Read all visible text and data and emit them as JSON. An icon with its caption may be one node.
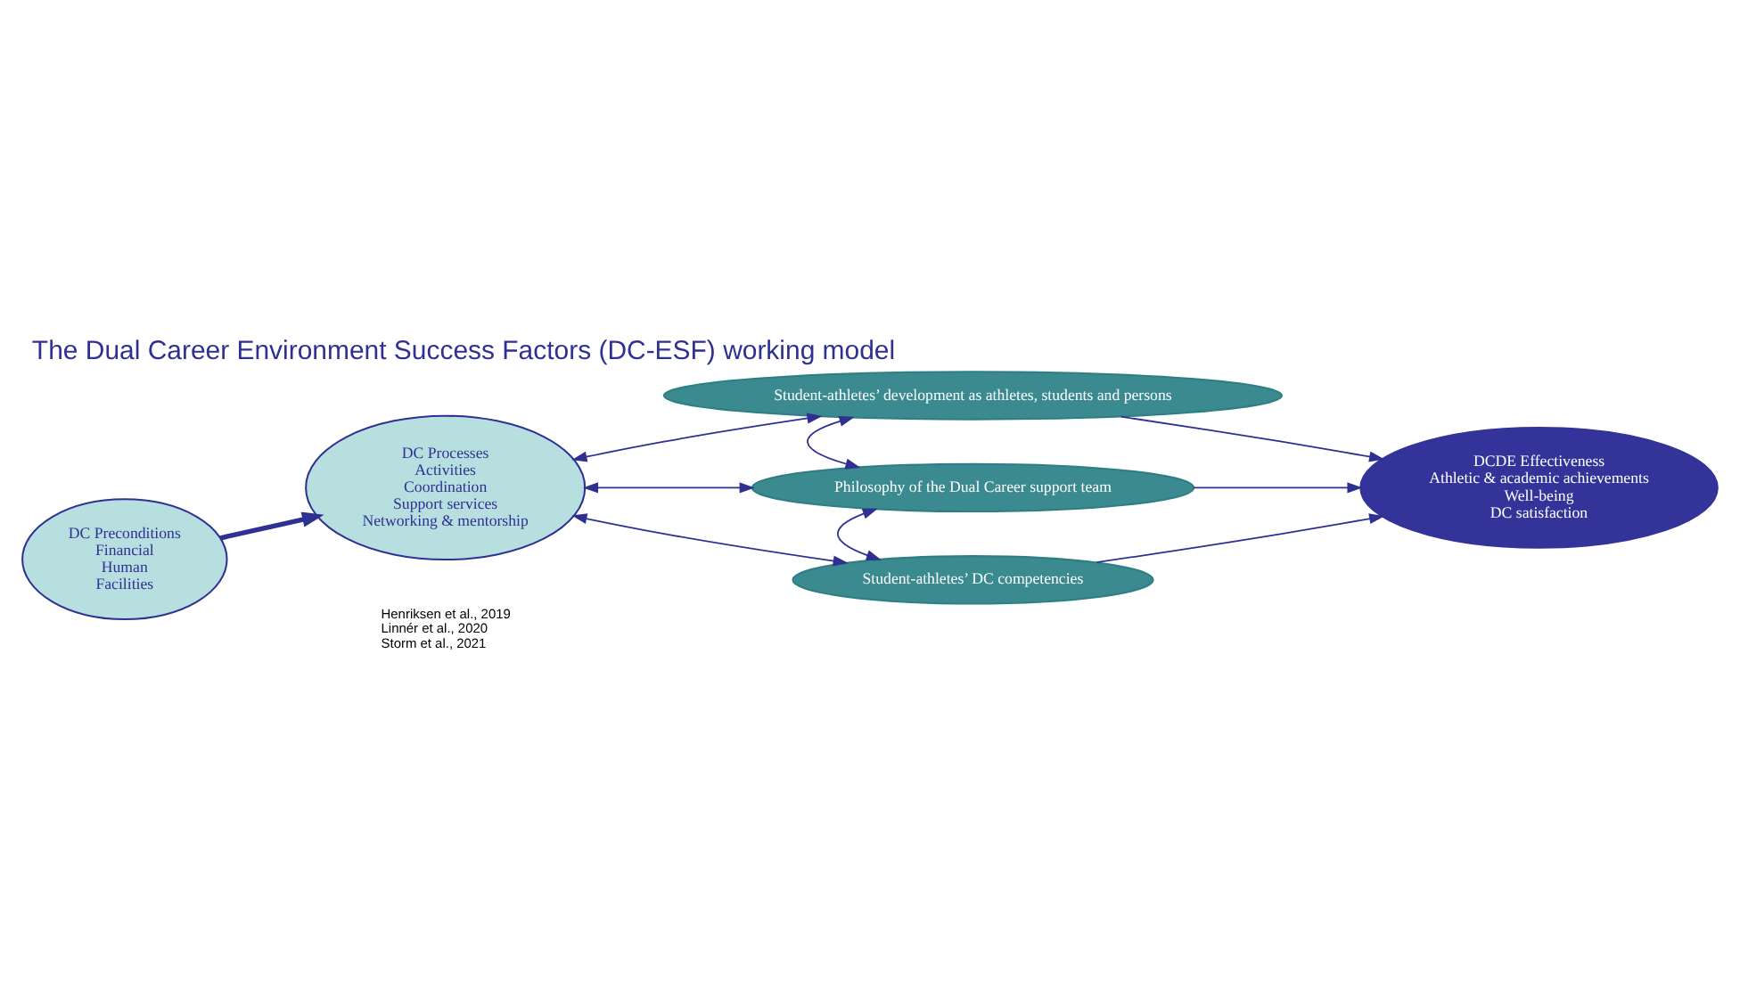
{
  "diagram": {
    "title": "The Dual Career Environment Success Factors (DC-ESF) working model",
    "nodes": [
      {
        "text": [
          "DC Preconditions",
          "Financial",
          "Human",
          "Facilities"
        ]
      },
      {
        "text": [
          "DC Processes",
          "Activities",
          "Coordination",
          "Support services",
          "Networking & mentorship"
        ]
      },
      {
        "text": [
          "Student-athletes’ development as athletes, students and persons"
        ]
      },
      {
        "text": [
          "Philosophy of the Dual Career support team"
        ]
      },
      {
        "text": [
          "Student-athletes’ DC competencies"
        ]
      },
      {
        "text": [
          "DCDE Effectiveness",
          "Athletic & academic achievements",
          "Well-being",
          "DC satisfaction"
        ]
      }
    ],
    "edges": [
      {
        "from": 0,
        "to": 1,
        "arrow": "to",
        "style": "thick"
      },
      {
        "from": 1,
        "to": 2,
        "arrow": "both"
      },
      {
        "from": 1,
        "to": 3,
        "arrow": "both"
      },
      {
        "from": 1,
        "to": 4,
        "arrow": "both"
      },
      {
        "from": 3,
        "to": 2,
        "arrow": "both"
      },
      {
        "from": 3,
        "to": 4,
        "arrow": "both"
      },
      {
        "from": 2,
        "to": 5,
        "arrow": "to"
      },
      {
        "from": 3,
        "to": 5,
        "arrow": "to"
      },
      {
        "from": 4,
        "to": 5,
        "arrow": "to"
      }
    ],
    "labels": [
      "Henriksen et al., 2019",
      "Linnér et al., 2020",
      "Storm et al., 2021"
    ]
  }
}
